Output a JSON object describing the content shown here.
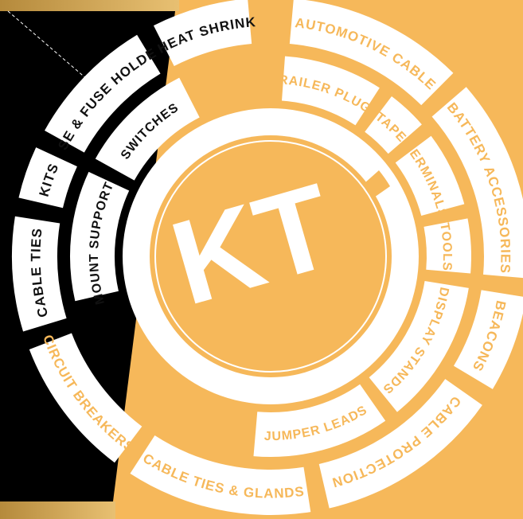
{
  "logo": {
    "text": "KT"
  },
  "colors": {
    "background": "#f6b85a",
    "segment": "#ffffff",
    "label_on_white": "#f6b85a",
    "label_dark": "#111111",
    "dark_panel": "#000000"
  },
  "outer_ring": [
    {
      "label": "AUTOMOTIVE CABLE"
    },
    {
      "label": "BATTERY ACCESSORIES"
    },
    {
      "label": "BEACONS"
    },
    {
      "label": "CABLE PROTECTION"
    },
    {
      "label": "CABLE TIES & GLANDS"
    },
    {
      "label": "CIRCUIT BREAKERS"
    },
    {
      "label": "CABLE TIES"
    },
    {
      "label": "KITS"
    },
    {
      "label": "FUSE & FUSE HOLDERS"
    },
    {
      "label": "HEAT SHRINK"
    }
  ],
  "inner_ring": [
    {
      "label": "TRAILER PLUGS"
    },
    {
      "label": "TAPE"
    },
    {
      "label": "TERMINALS"
    },
    {
      "label": "TOOLS"
    },
    {
      "label": "DISPLAY STANDS"
    },
    {
      "label": "JUMPER LEADS"
    },
    {
      "label": "MOUNT SUPPORTS"
    },
    {
      "label": "SWITCHES"
    }
  ]
}
